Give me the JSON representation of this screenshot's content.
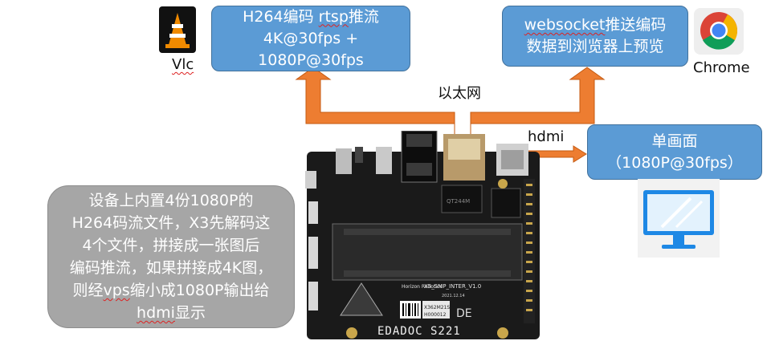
{
  "rtsp_box": {
    "line1_a": "H264编码 ",
    "line1_b": "rtsp",
    "line1_c": "推流",
    "line2": "4K@30fps +",
    "line3": "1080P@30fps"
  },
  "ws_box": {
    "line1_a": "websocket",
    "line1_b": "推送编码",
    "line2": "数据到浏览器上预览"
  },
  "hdmi_box": {
    "line1": "单画面",
    "line2": "（1080P@30fps）"
  },
  "desc_box": {
    "line1": "设备上内置4份1080P的",
    "line2": "H264码流文件，X3先解码这",
    "line3": "4个文件，拼接成一张图后",
    "line4": "编码推流，如果拼接成4K图，",
    "line5a": "则经",
    "line5b": "vps",
    "line5c": "缩小成1080P输出给",
    "line6a": "hdmi",
    "line6b": "显示"
  },
  "labels": {
    "vlc": "Vlc",
    "chrome": "Chrome",
    "ethernet": "以太网",
    "hdmi": "hdmi"
  },
  "board": {
    "silk_main": "EDADOC S221",
    "silk_model": "X3_SMP_INTER_V1.0",
    "silk_brand": "Horizon Robotics",
    "silk_date": "2021.12.14",
    "label_id1": "X362M21S",
    "label_id2": "H000012",
    "silk_letters": "DE",
    "chip_text": "QT244M"
  },
  "colors": {
    "box_blue": "#5b9bd5",
    "desc_gray": "#a6a6a6",
    "arrow_orange": "#ed7d31"
  }
}
